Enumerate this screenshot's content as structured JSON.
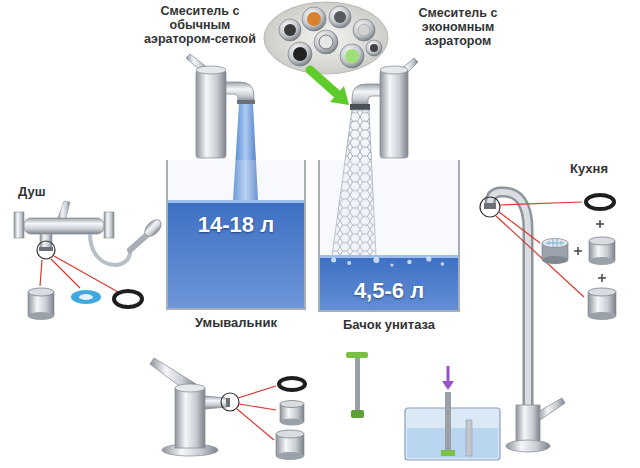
{
  "diagram": {
    "nodes": [
      {
        "text": [
          "14-18 л",
          "Умывальник"
        ]
      },
      {
        "text": [
          "4,5-6 л",
          "Бачок унитаза"
        ]
      }
    ],
    "labels": [
      "Смеситель с обычным аэратором-сеткой",
      "Смеситель с экономным аэратором",
      "Душ",
      "Кухня"
    ]
  }
}
